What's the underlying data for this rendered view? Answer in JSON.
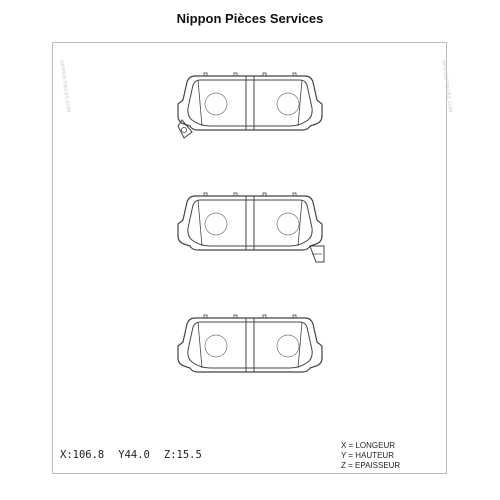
{
  "title": "Nippon Pièces Services",
  "watermark": "NIPPON-PIECES.COM",
  "dimensions": {
    "x": "X:106.8",
    "y": "Y44.0",
    "z": "Z:15.5"
  },
  "legend": [
    "X = LONGEUR",
    "Y = HAUTEUR",
    "Z = EPAISSEUR"
  ],
  "colors": {
    "line": "#444444",
    "frame": "#bdbdbd",
    "watermark": "#c8c8c8"
  }
}
